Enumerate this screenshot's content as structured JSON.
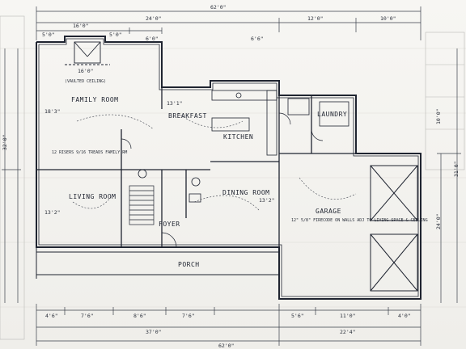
{
  "rooms": {
    "family_room": "FAMILY ROOM",
    "breakfast": "BREAKFAST",
    "kitchen": "KITCHEN",
    "living_room": "LIVING ROOM",
    "dining_room": "DINING ROOM",
    "garage": "GARAGE",
    "laundry": "LAUNDRY",
    "foyer": "FOYER",
    "porch": "PORCH"
  },
  "dimensions": {
    "top_overall": "62'0\"",
    "top_left": "24'0\"",
    "top_mid": "12'0\"",
    "top_right": "10'0\"",
    "top_sub_1": "16'0\"",
    "top_sub_2": "5'0\"",
    "top_sub_3": "5'0\"",
    "top_sub_4": "6'0\"",
    "top_sub_5": "6'6\"",
    "hearth": "16'0\"",
    "family_depth": "18'3\"",
    "breakfast_width": "13'1\"",
    "living_depth": "13'2\"",
    "dining_depth": "13'2\"",
    "left_overall": "32'0\"",
    "right_overall": "31'0\"",
    "right_garage": "24'0\"",
    "right_sub": "10'0\"",
    "bottom_sub_1": "4'6\"",
    "bottom_sub_2": "7'6\"",
    "bottom_sub_3": "8'6\"",
    "bottom_sub_4": "7'6\"",
    "bottom_sub_5": "5'6\"",
    "bottom_sub_6": "11'0\"",
    "bottom_sub_7": "4'0\"",
    "bottom_left": "37'0\"",
    "bottom_garage": "22'4\"",
    "bottom_overall": "62'0\""
  },
  "notes": {
    "garage_note": "12\" 5/8\" FIRECODE ON WALLS ADJ TO LIVING SPACE & CEILING",
    "vaulted": "(VAULTED CEILING)",
    "stairs_note": "12 RISERS 9/16 TREADS FAMILY RM",
    "porch_label": "PORCH"
  }
}
